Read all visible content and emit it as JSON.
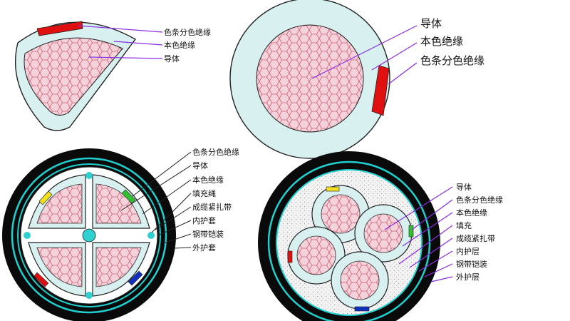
{
  "diagrams": {
    "sector": {
      "labels": [
        "色条分色绝缘",
        "本色绝缘",
        "导体"
      ]
    },
    "round": {
      "labels": [
        "导体",
        "本色绝缘",
        "色条分色绝缘"
      ]
    },
    "four_core": {
      "labels": [
        "色条分色绝缘",
        "导体",
        "本色绝缘",
        "填充绳",
        "成缆紧扎带",
        "内护套",
        "钢带铠装",
        "外护套"
      ]
    },
    "round_multi": {
      "labels": [
        "导体",
        "色条分色绝缘",
        "本色绝缘",
        "填充",
        "成缆紧扎带",
        "内护层",
        "钢带铠装",
        "外护层"
      ]
    }
  },
  "colors": {
    "insulation": "#d8f0f0",
    "conductor_fill": "#f4d2dc",
    "conductor_mesh": "#d06070",
    "color_stripe_red": "#e01010",
    "color_stripe_yellow": "#f0e020",
    "color_stripe_green": "#30c030",
    "color_stripe_blue": "#1030c0",
    "outer_sheath": "#0a0a0a",
    "armour_ring": "#20d0d0",
    "leader_line": "#8a2be2"
  }
}
